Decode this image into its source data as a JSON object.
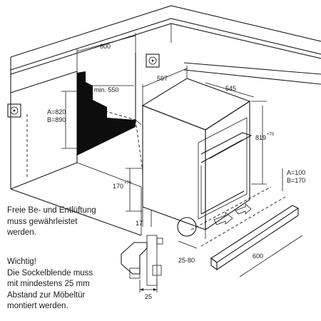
{
  "dimensions": {
    "niche_width": "600",
    "niche_min_depth": "min. 550",
    "niche_height_a": "A=820",
    "niche_height_b": "B=890",
    "appliance_width": "597",
    "appliance_depth": "545",
    "appliance_height": "819",
    "appliance_height_sup": "+70",
    "foot_height": "170",
    "foot_height_sup": "+70",
    "side_offset": "17",
    "plinth_gap": "25-80",
    "plinth_height_a": "A=100",
    "plinth_height_b": "B=170",
    "plinth_width": "600",
    "detail_distance": "25"
  },
  "notes": {
    "ventilation": [
      "Freie Be- und Entlüftung",
      "muss gewährleistet",
      "werden."
    ],
    "warning": [
      "Wichtig!",
      "Die Sockelblende muss",
      "mit mindestens 25 mm",
      "Abstand zur Möbeltür",
      "montiert werden."
    ]
  },
  "colors": {
    "line": "#1a1a1a",
    "niche_fill": "#0d0d0d",
    "detail_fill": "#c8c8c8",
    "background": "#ffffff"
  },
  "icons": [
    "socket-icon",
    "socket-icon",
    "airflow-arrow-icon"
  ]
}
